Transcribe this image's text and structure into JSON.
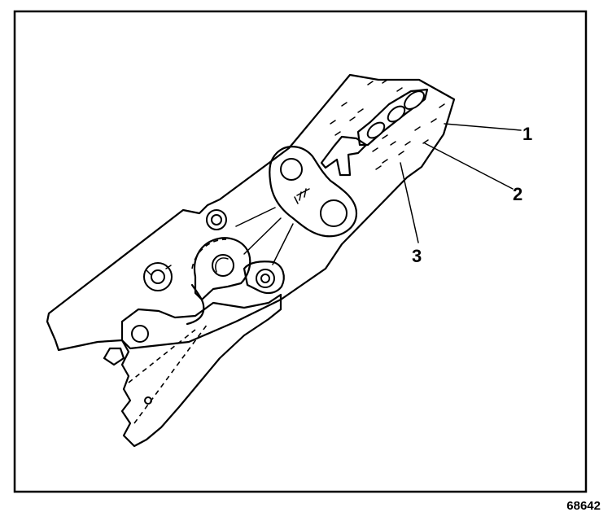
{
  "callouts": {
    "one": "1",
    "two": "2",
    "three": "3"
  },
  "figure_number": "68642",
  "colors": {
    "ink": "#000000",
    "paper": "#ffffff"
  }
}
